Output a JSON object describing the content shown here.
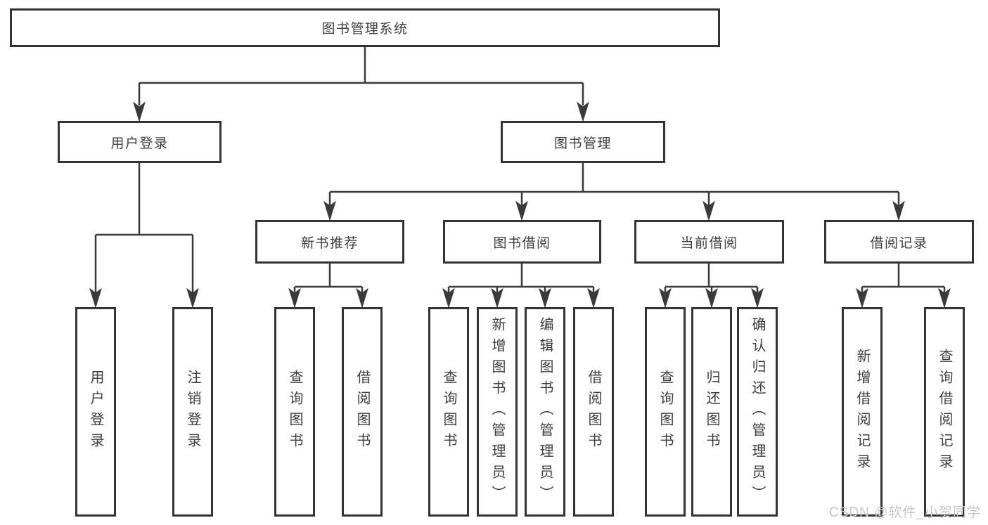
{
  "diagram": {
    "root": {
      "label": "图书管理系统"
    },
    "level1": [
      {
        "label": "用户登录",
        "leaves": [
          {
            "label": "用户登录"
          },
          {
            "label": "注销登录"
          }
        ]
      },
      {
        "label": "图书管理",
        "children": [
          {
            "label": "新书推荐",
            "leaves": [
              {
                "label": "查询图书"
              },
              {
                "label": "借阅图书"
              }
            ]
          },
          {
            "label": "图书借阅",
            "leaves": [
              {
                "label": "查询图书"
              },
              {
                "label": "新增图书（管理员）"
              },
              {
                "label": "编辑图书（管理员）"
              },
              {
                "label": "借阅图书"
              }
            ]
          },
          {
            "label": "当前借阅",
            "leaves": [
              {
                "label": "查询图书"
              },
              {
                "label": "归还图书"
              },
              {
                "label": "确认归还（管理员）"
              }
            ]
          },
          {
            "label": "借阅记录",
            "leaves": [
              {
                "label": "新增借阅记录"
              },
              {
                "label": "查询借阅记录"
              }
            ]
          }
        ]
      }
    ]
  },
  "watermark": {
    "text": "CSDN @软件_小贺同学"
  },
  "colors": {
    "line": "#3a3a3a",
    "box_border": "#333333",
    "box_background": "#ffffff",
    "text": "#3d3d3d",
    "page_background": "#ffffff",
    "watermark": "#c6c6c6"
  }
}
